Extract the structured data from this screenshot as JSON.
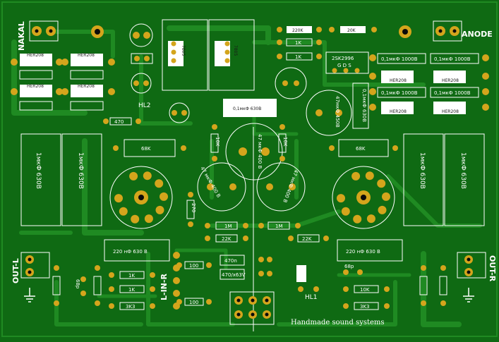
{
  "labels": {
    "nakal": "NAKAL",
    "anode": "ANODE",
    "out_l": "OUT-L",
    "out_r": "OUT-R",
    "l_in_r": "L-IN-R",
    "hl1": "HL1",
    "hl2": "HL2",
    "footer": "Handmade sound systems"
  },
  "resistors": {
    "r220k": "220K",
    "r20k": "20K",
    "r1k_a": "1K",
    "r1k_b": "1K",
    "r470": "470",
    "r68k_l": "68K",
    "r68k_r": "68K",
    "r1m_a": "1M",
    "r1m_b": "1M",
    "r22k_a": "22K",
    "r22k_b": "22K",
    "r1k_c": "1K",
    "r1k_d": "1K",
    "r10k_r": "10K",
    "r3k3_l": "3K3",
    "r3k3_r": "3K3",
    "r100_a": "100",
    "r100_b": "100",
    "r10k_v1": "10K",
    "r10k_v2": "10K",
    "r270": "270"
  },
  "parts": {
    "transistor": "2SK2996",
    "pins": "G D S",
    "diode": "HER208",
    "reg1": "7805",
    "reg2": "7805",
    "cap_big_l1": "1мкФ 630В",
    "cap_big_l2": "1мкФ 630В",
    "cap_big_r1": "1мкФ 630В",
    "cap_big_r2": "1мкФ 630В",
    "cap_small": "0,1мкФ 1000В",
    "cap_220n_l": "220 нФ 630 В",
    "cap_220n_r": "220 нФ 630 В",
    "cap_47_a": "47 мкФ 400 В",
    "cap_47_b": "47 мкФ 400 В",
    "cap_47_c": "47 мкФ 400 В",
    "cap_47_450": "47мкФ 450В",
    "cap_01_630": "0,1мкФ 630В",
    "cap_470n": "470n",
    "cap_x63": "470/x63V",
    "cap_68p": "68p"
  },
  "colors": {
    "board": "#0f6a13",
    "board_light": "#1f8a22",
    "pad": "#d4a51c",
    "hole": "#0a0a0a",
    "silk": "#ffffff"
  }
}
